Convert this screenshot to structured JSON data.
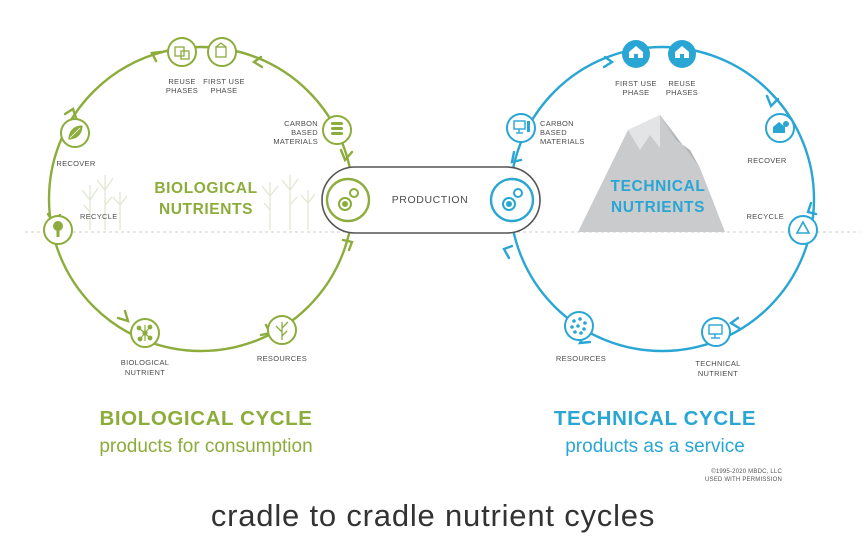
{
  "colors": {
    "bio": "#8cac3b",
    "tech": "#29a6d4",
    "dark": "#555555",
    "mountain": "#c9cbcc",
    "text": "#4d4d4d"
  },
  "biological": {
    "heading_line1": "BIOLOGICAL",
    "heading_line2": "NUTRIENTS",
    "nodes": {
      "reuse_phases_1": "REUSE",
      "reuse_phases_2": "PHASES",
      "first_use_1": "FIRST USE",
      "first_use_2": "PHASE",
      "carbon_1": "CARBON",
      "carbon_2": "BASED",
      "carbon_3": "MATERIALS",
      "recover": "RECOVER",
      "recycle": "RECYCLE",
      "bio_nutrient_1": "BIOLOGICAL",
      "bio_nutrient_2": "NUTRIENT",
      "resources": "RESOURCES"
    },
    "cycle_title": "BIOLOGICAL CYCLE",
    "cycle_subtitle": "products for consumption"
  },
  "production": {
    "label": "PRODUCTION"
  },
  "technical": {
    "heading_line1": "TECHNICAL",
    "heading_line2": "NUTRIENTS",
    "nodes": {
      "first_use_1": "FIRST USE",
      "first_use_2": "PHASE",
      "reuse_1": "REUSE",
      "reuse_2": "PHASES",
      "carbon_1": "CARBON",
      "carbon_2": "BASED",
      "carbon_3": "MATERIALS",
      "recover": "RECOVER",
      "recycle": "RECYCLE",
      "resources": "RESOURCES",
      "tech_nutrient_1": "TECHNICAL",
      "tech_nutrient_2": "NUTRIENT"
    },
    "cycle_title": "TECHNICAL CYCLE",
    "cycle_subtitle": "products as a service"
  },
  "copyright_line1": "©1995-2020 MBDC, LLC",
  "copyright_line2": "USED WITH PERMISSION",
  "footer_title": "cradle to cradle nutrient cycles",
  "icons": [
    "box-icon",
    "leaf-icon",
    "recycle-tree-icon",
    "molecule-icon",
    "sprout-icon",
    "log-pile-icon",
    "gear-icon",
    "house-icon",
    "monitor-icon",
    "recycle-icon",
    "dots-sphere-icon"
  ]
}
